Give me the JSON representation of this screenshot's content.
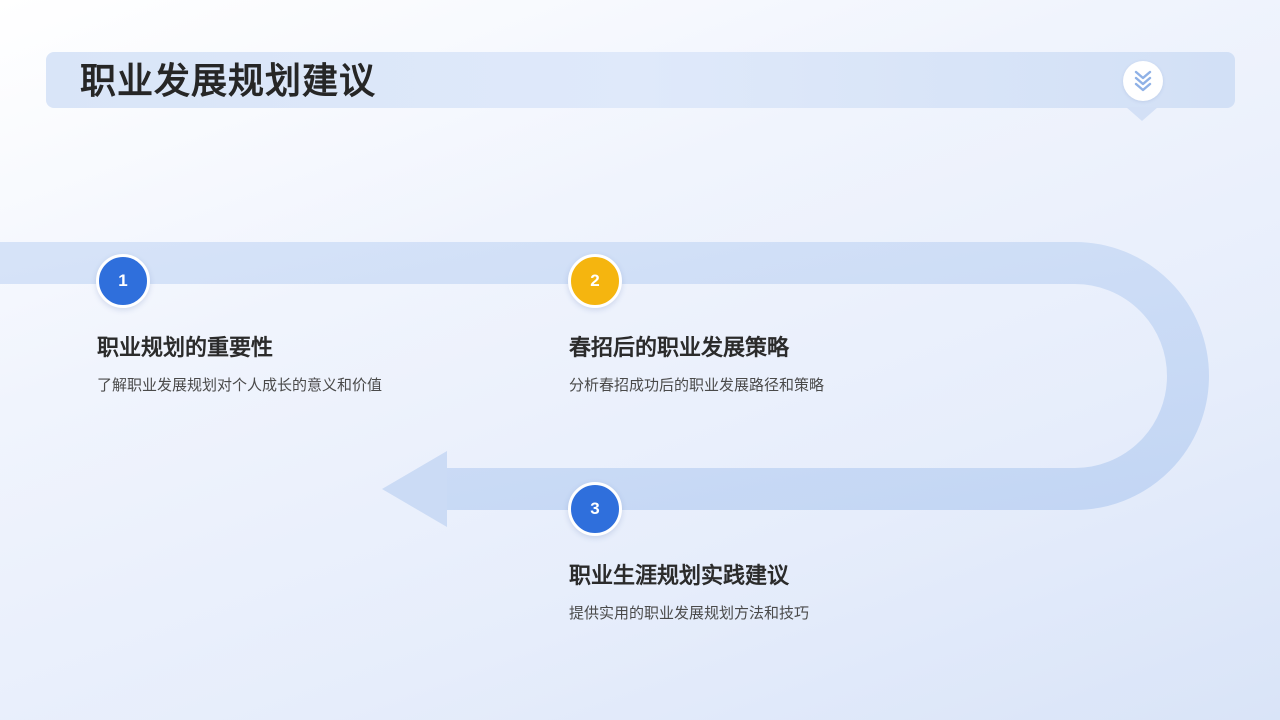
{
  "header": {
    "title": "职业发展规划建议",
    "badge_icon": "double-chevron-down-icon"
  },
  "colors": {
    "accent_blue": "#2f6fdc",
    "accent_yellow": "#f5b50f",
    "flow_path": "#c9daf5",
    "title_text": "#262626"
  },
  "steps": [
    {
      "number": "1",
      "title": "职业规划的重要性",
      "description": "了解职业发展规划对个人成长的意义和价值",
      "color": "#2f6fdc"
    },
    {
      "number": "2",
      "title": "春招后的职业发展策略",
      "description": "分析春招成功后的职业发展路径和策略",
      "color": "#f5b50f"
    },
    {
      "number": "3",
      "title": "职业生涯规划实践建议",
      "description": "提供实用的职业发展规划方法和技巧",
      "color": "#2f6fdc"
    }
  ]
}
